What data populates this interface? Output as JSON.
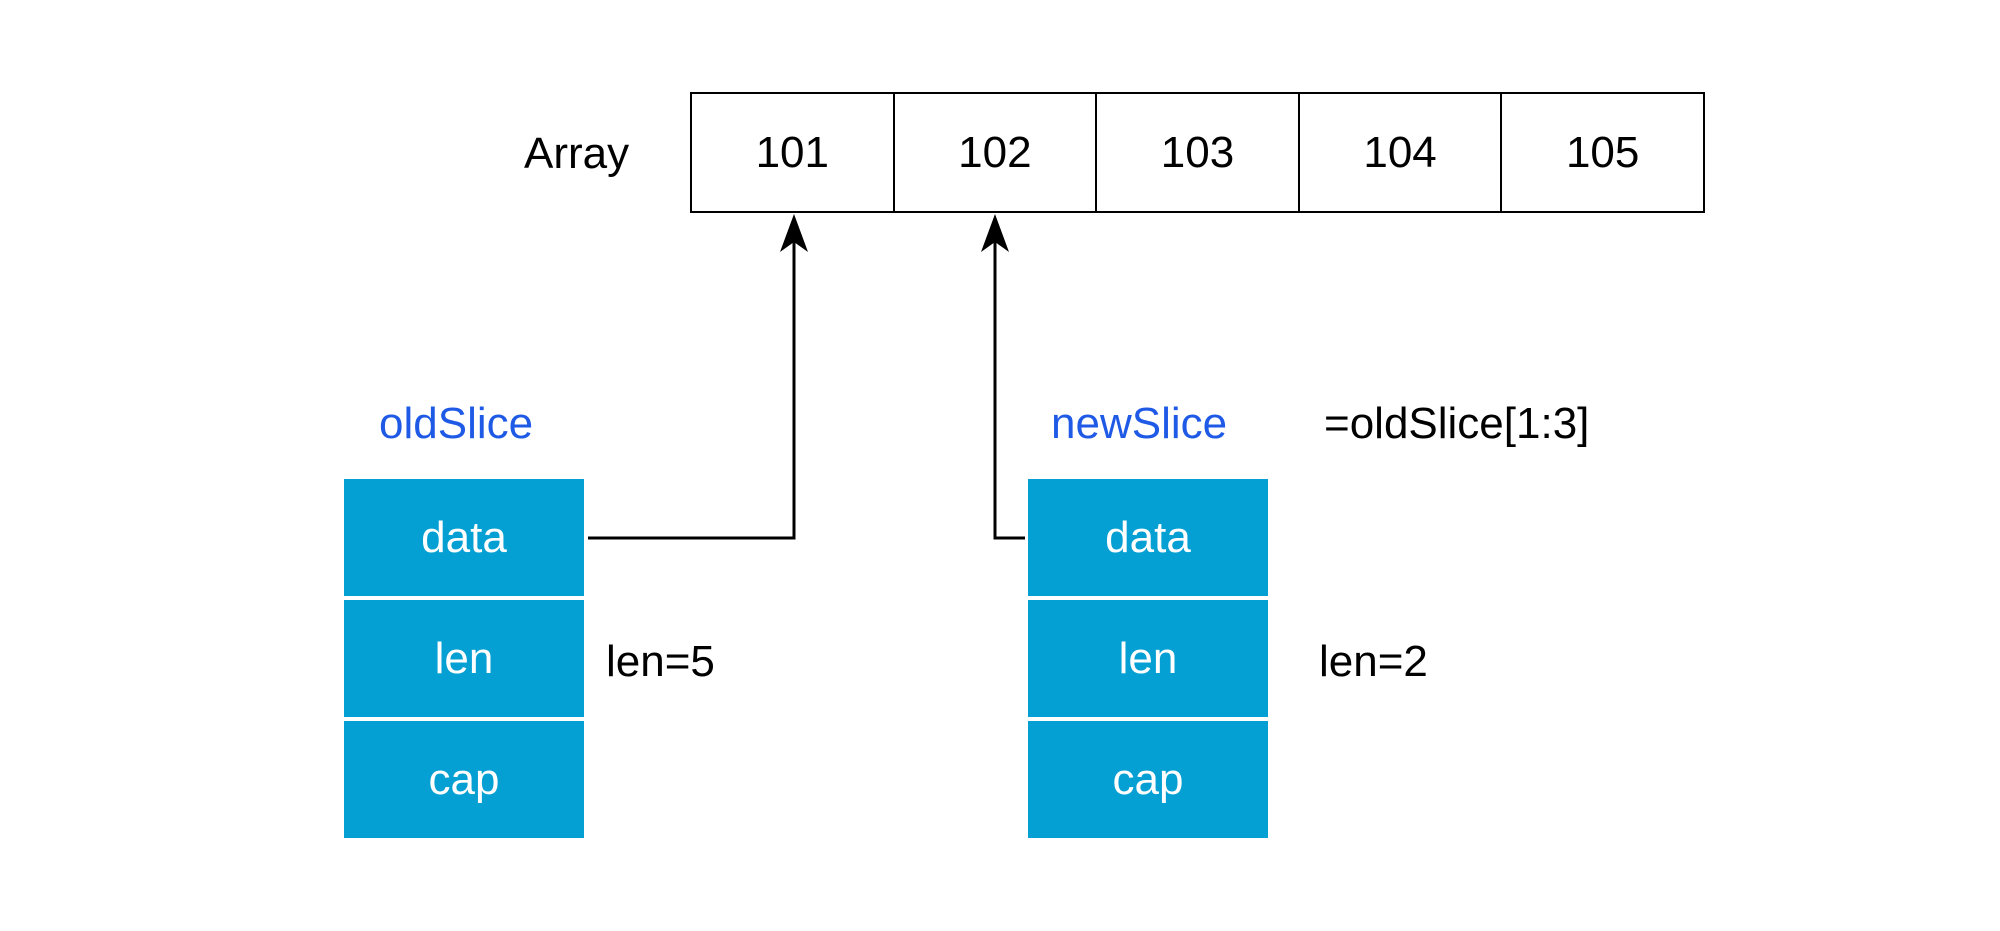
{
  "array": {
    "label": "Array",
    "cells": [
      "101",
      "102",
      "103",
      "104",
      "105"
    ]
  },
  "old_slice": {
    "name": "oldSlice",
    "fields": {
      "data": "data",
      "len": "len",
      "cap": "cap"
    },
    "len_note": "len=5"
  },
  "new_slice": {
    "name": "newSlice",
    "expression": "=oldSlice[1:3]",
    "fields": {
      "data": "data",
      "len": "len",
      "cap": "cap"
    },
    "len_note": "len=2"
  },
  "colors": {
    "field_fill": "#05a0d3",
    "slice_name": "#1f5ae6",
    "line": "#000000"
  }
}
